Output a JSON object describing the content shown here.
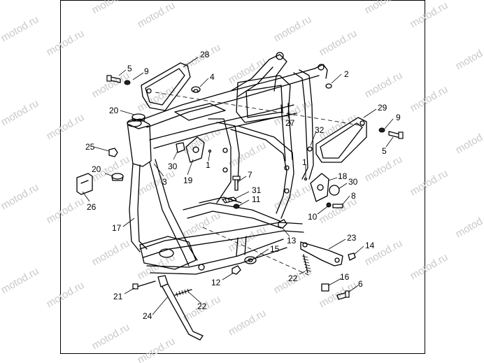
{
  "watermark": "motod.ru",
  "callouts": [
    {
      "id": "c28",
      "text": "28"
    },
    {
      "id": "c5a",
      "text": "5"
    },
    {
      "id": "c9a",
      "text": "9"
    },
    {
      "id": "c4",
      "text": "4"
    },
    {
      "id": "c2",
      "text": "2"
    },
    {
      "id": "c20a",
      "text": "20"
    },
    {
      "id": "c29",
      "text": "29"
    },
    {
      "id": "c9b",
      "text": "9"
    },
    {
      "id": "c27",
      "text": "27"
    },
    {
      "id": "c32",
      "text": "32"
    },
    {
      "id": "c5b",
      "text": "5"
    },
    {
      "id": "c25",
      "text": "25"
    },
    {
      "id": "c30a",
      "text": "30"
    },
    {
      "id": "c1a",
      "text": "1"
    },
    {
      "id": "c1b",
      "text": "1"
    },
    {
      "id": "c20b",
      "text": "20"
    },
    {
      "id": "c3",
      "text": "3"
    },
    {
      "id": "c19",
      "text": "19"
    },
    {
      "id": "c7",
      "text": "7"
    },
    {
      "id": "c18",
      "text": "18"
    },
    {
      "id": "c30b",
      "text": "30"
    },
    {
      "id": "c26",
      "text": "26"
    },
    {
      "id": "c31",
      "text": "31"
    },
    {
      "id": "c8",
      "text": "8"
    },
    {
      "id": "c11",
      "text": "11"
    },
    {
      "id": "c10",
      "text": "10"
    },
    {
      "id": "c17",
      "text": "17"
    },
    {
      "id": "c23",
      "text": "23"
    },
    {
      "id": "c13",
      "text": "13"
    },
    {
      "id": "c14",
      "text": "14"
    },
    {
      "id": "c15",
      "text": "15"
    },
    {
      "id": "c22a",
      "text": "22"
    },
    {
      "id": "c16",
      "text": "16"
    },
    {
      "id": "c6",
      "text": "6"
    },
    {
      "id": "c12",
      "text": "12"
    },
    {
      "id": "c21",
      "text": "21"
    },
    {
      "id": "c22b",
      "text": "22"
    },
    {
      "id": "c24",
      "text": "24"
    }
  ]
}
